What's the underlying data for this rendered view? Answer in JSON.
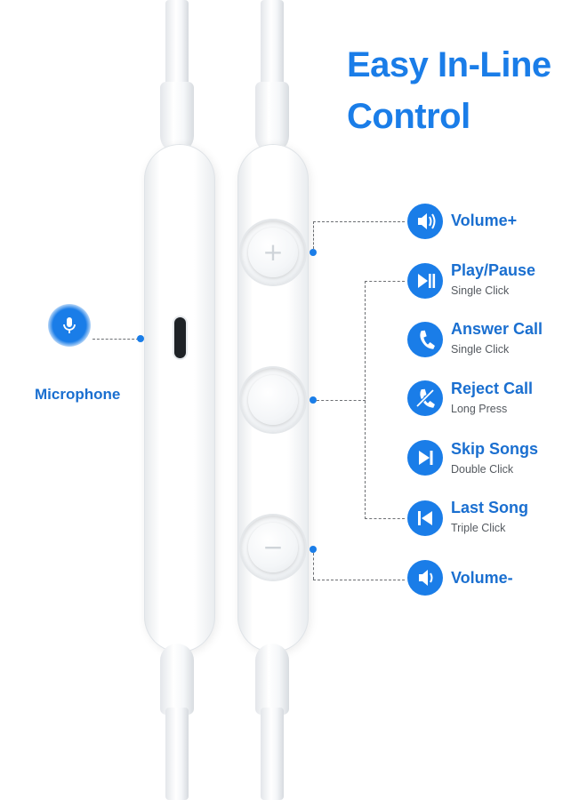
{
  "title": {
    "line1": "Easy In-Line",
    "line2": "Control"
  },
  "microphone": {
    "label": "Microphone",
    "icon": "microphone-icon"
  },
  "controls": [
    {
      "label": "Volume+",
      "sub": "",
      "icon": "volume-up-icon"
    },
    {
      "label": "Play/Pause",
      "sub": "Single Click",
      "icon": "play-pause-icon"
    },
    {
      "label": "Answer Call",
      "sub": "Single Click",
      "icon": "phone-answer-icon"
    },
    {
      "label": "Reject Call",
      "sub": "Long Press",
      "icon": "phone-reject-icon"
    },
    {
      "label": "Skip Songs",
      "sub": "Double Click",
      "icon": "skip-next-icon"
    },
    {
      "label": "Last Song",
      "sub": "Triple Click",
      "icon": "skip-previous-icon"
    },
    {
      "label": "Volume-",
      "sub": "",
      "icon": "volume-down-icon"
    }
  ],
  "buttons": {
    "plus": "+",
    "minus": "−"
  },
  "colors": {
    "accent": "#1a7de8",
    "label": "#1a6fd0"
  }
}
